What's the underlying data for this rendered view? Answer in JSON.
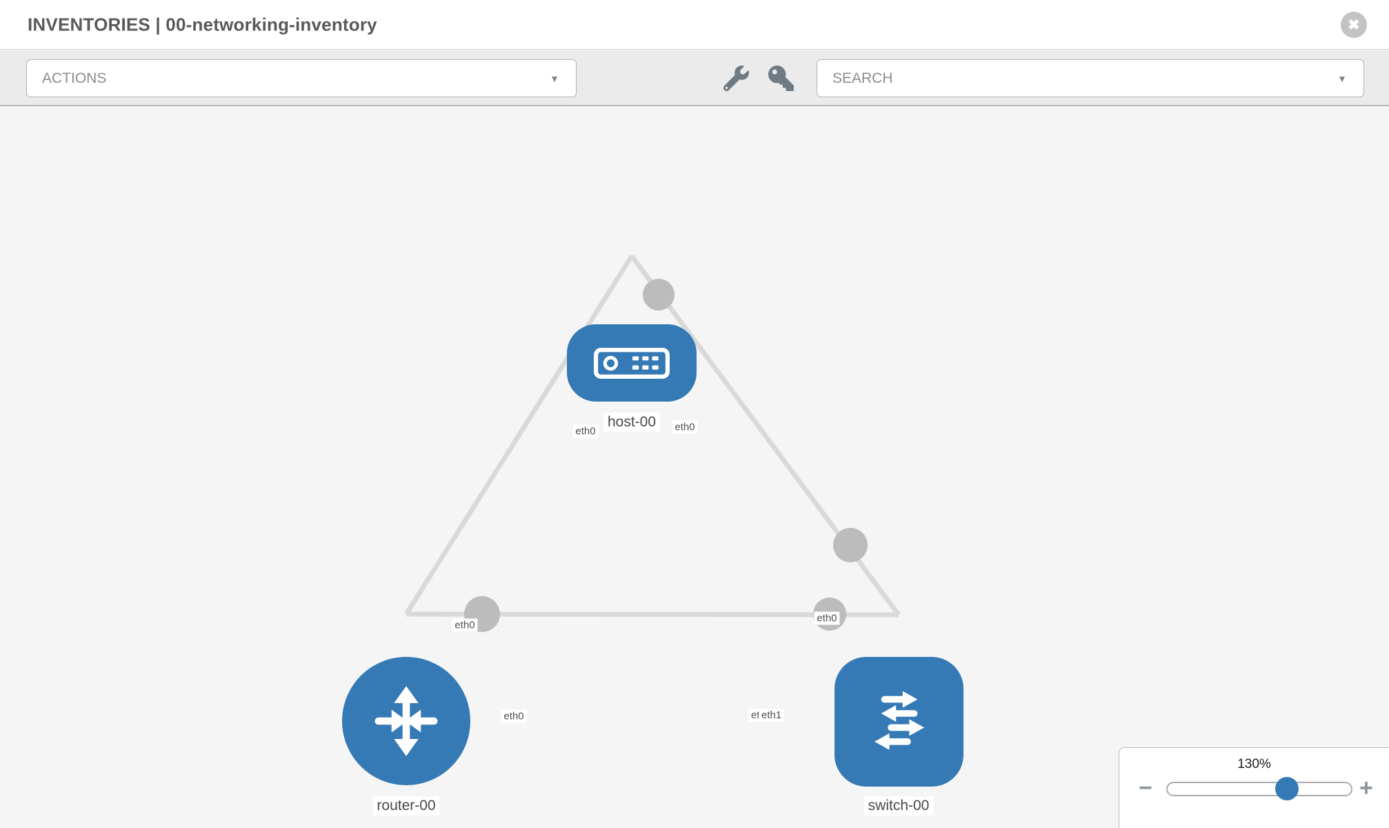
{
  "header": {
    "title": "INVENTORIES | 00-networking-inventory"
  },
  "icons": {
    "close": "✖",
    "caret": "▼",
    "minus": "−",
    "plus": "+",
    "wrench": "wrench-icon",
    "key": "key-icon"
  },
  "toolbar": {
    "actions_label": "ACTIONS",
    "search_label": "SEARCH"
  },
  "topology": {
    "nodes": [
      {
        "label": "host-00",
        "type": "host"
      },
      {
        "label": "router-00",
        "type": "router"
      },
      {
        "label": "switch-00",
        "type": "switch"
      }
    ],
    "links": [
      {
        "from": "host-00",
        "to": "router-00",
        "from_iface": "eth0",
        "to_iface": "eth0"
      },
      {
        "from": "host-00",
        "to": "switch-00",
        "from_iface": "eth0",
        "to_iface": "eth0"
      },
      {
        "from": "router-00",
        "to": "switch-00",
        "from_iface": "eth0",
        "to_iface": "eth1"
      }
    ],
    "interface_labels": [
      "eth0",
      "eth0",
      "eth0",
      "eth0",
      "eth0",
      "eth0",
      "eth1"
    ]
  },
  "zoom_control": {
    "level": "130%"
  },
  "colors": {
    "node_blue": "#357ab5",
    "link_gray": "#d9d9d9",
    "connector_gray": "#bcbcbc",
    "toolbar_gray": "#ebebeb",
    "canvas_gray": "#f5f5f5"
  }
}
